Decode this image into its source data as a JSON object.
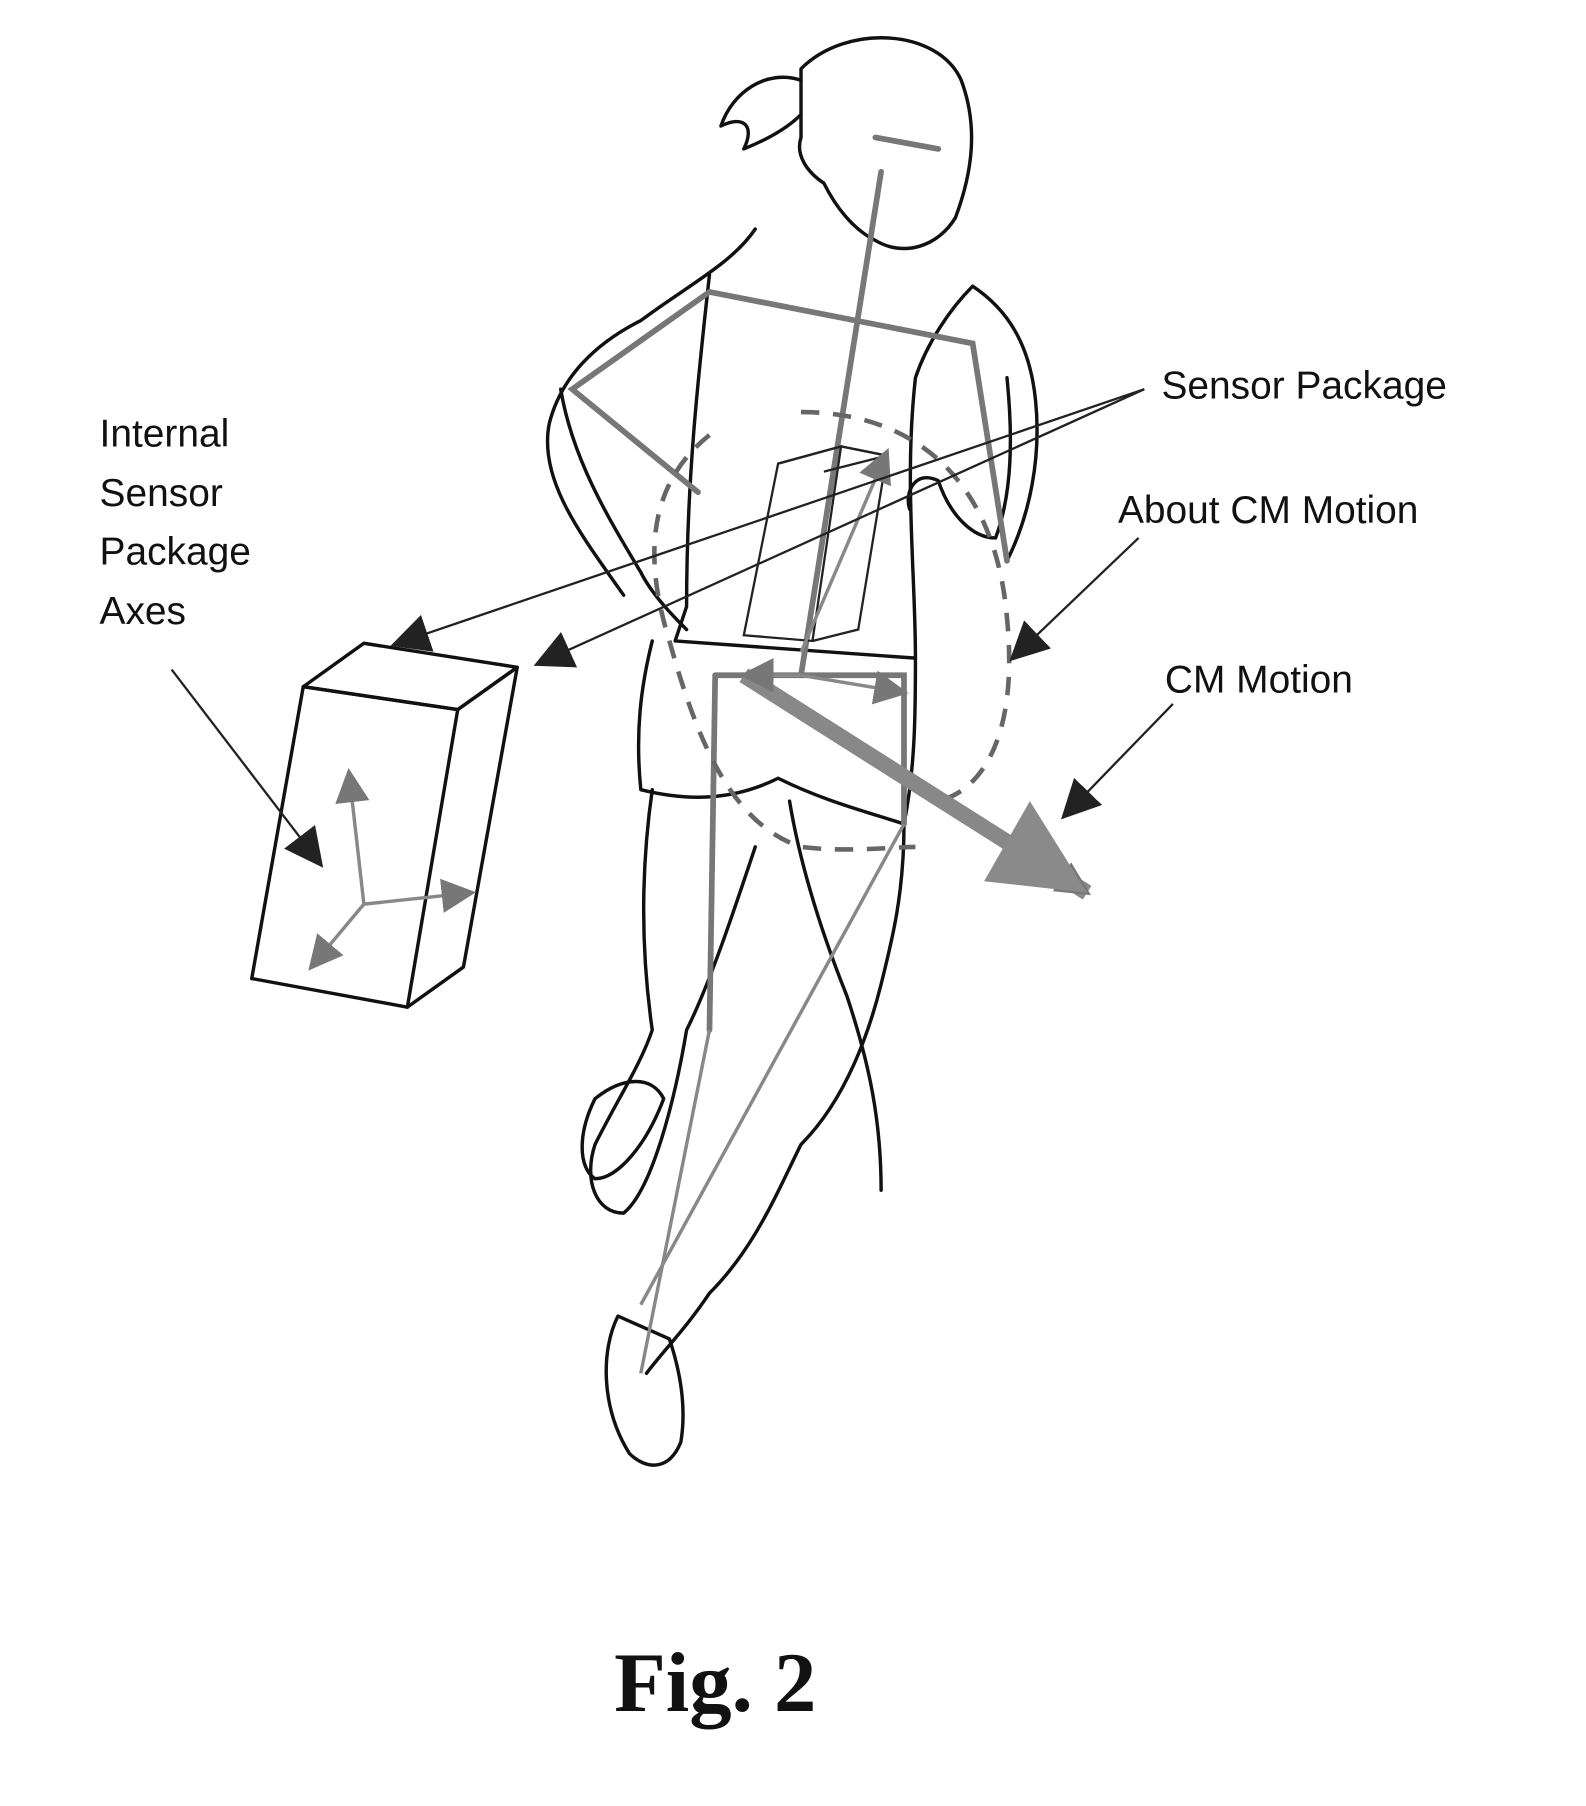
{
  "figure": {
    "labels": {
      "sensor_package": "Sensor Package",
      "internal_axes": [
        "Internal",
        "Sensor",
        "Package",
        "Axes"
      ],
      "about_cm_motion": "About CM Motion",
      "cm_motion": "CM Motion"
    },
    "caption": "Fig. 2",
    "colors": {
      "ink": "#111111",
      "vector_grey": "#777777"
    }
  }
}
